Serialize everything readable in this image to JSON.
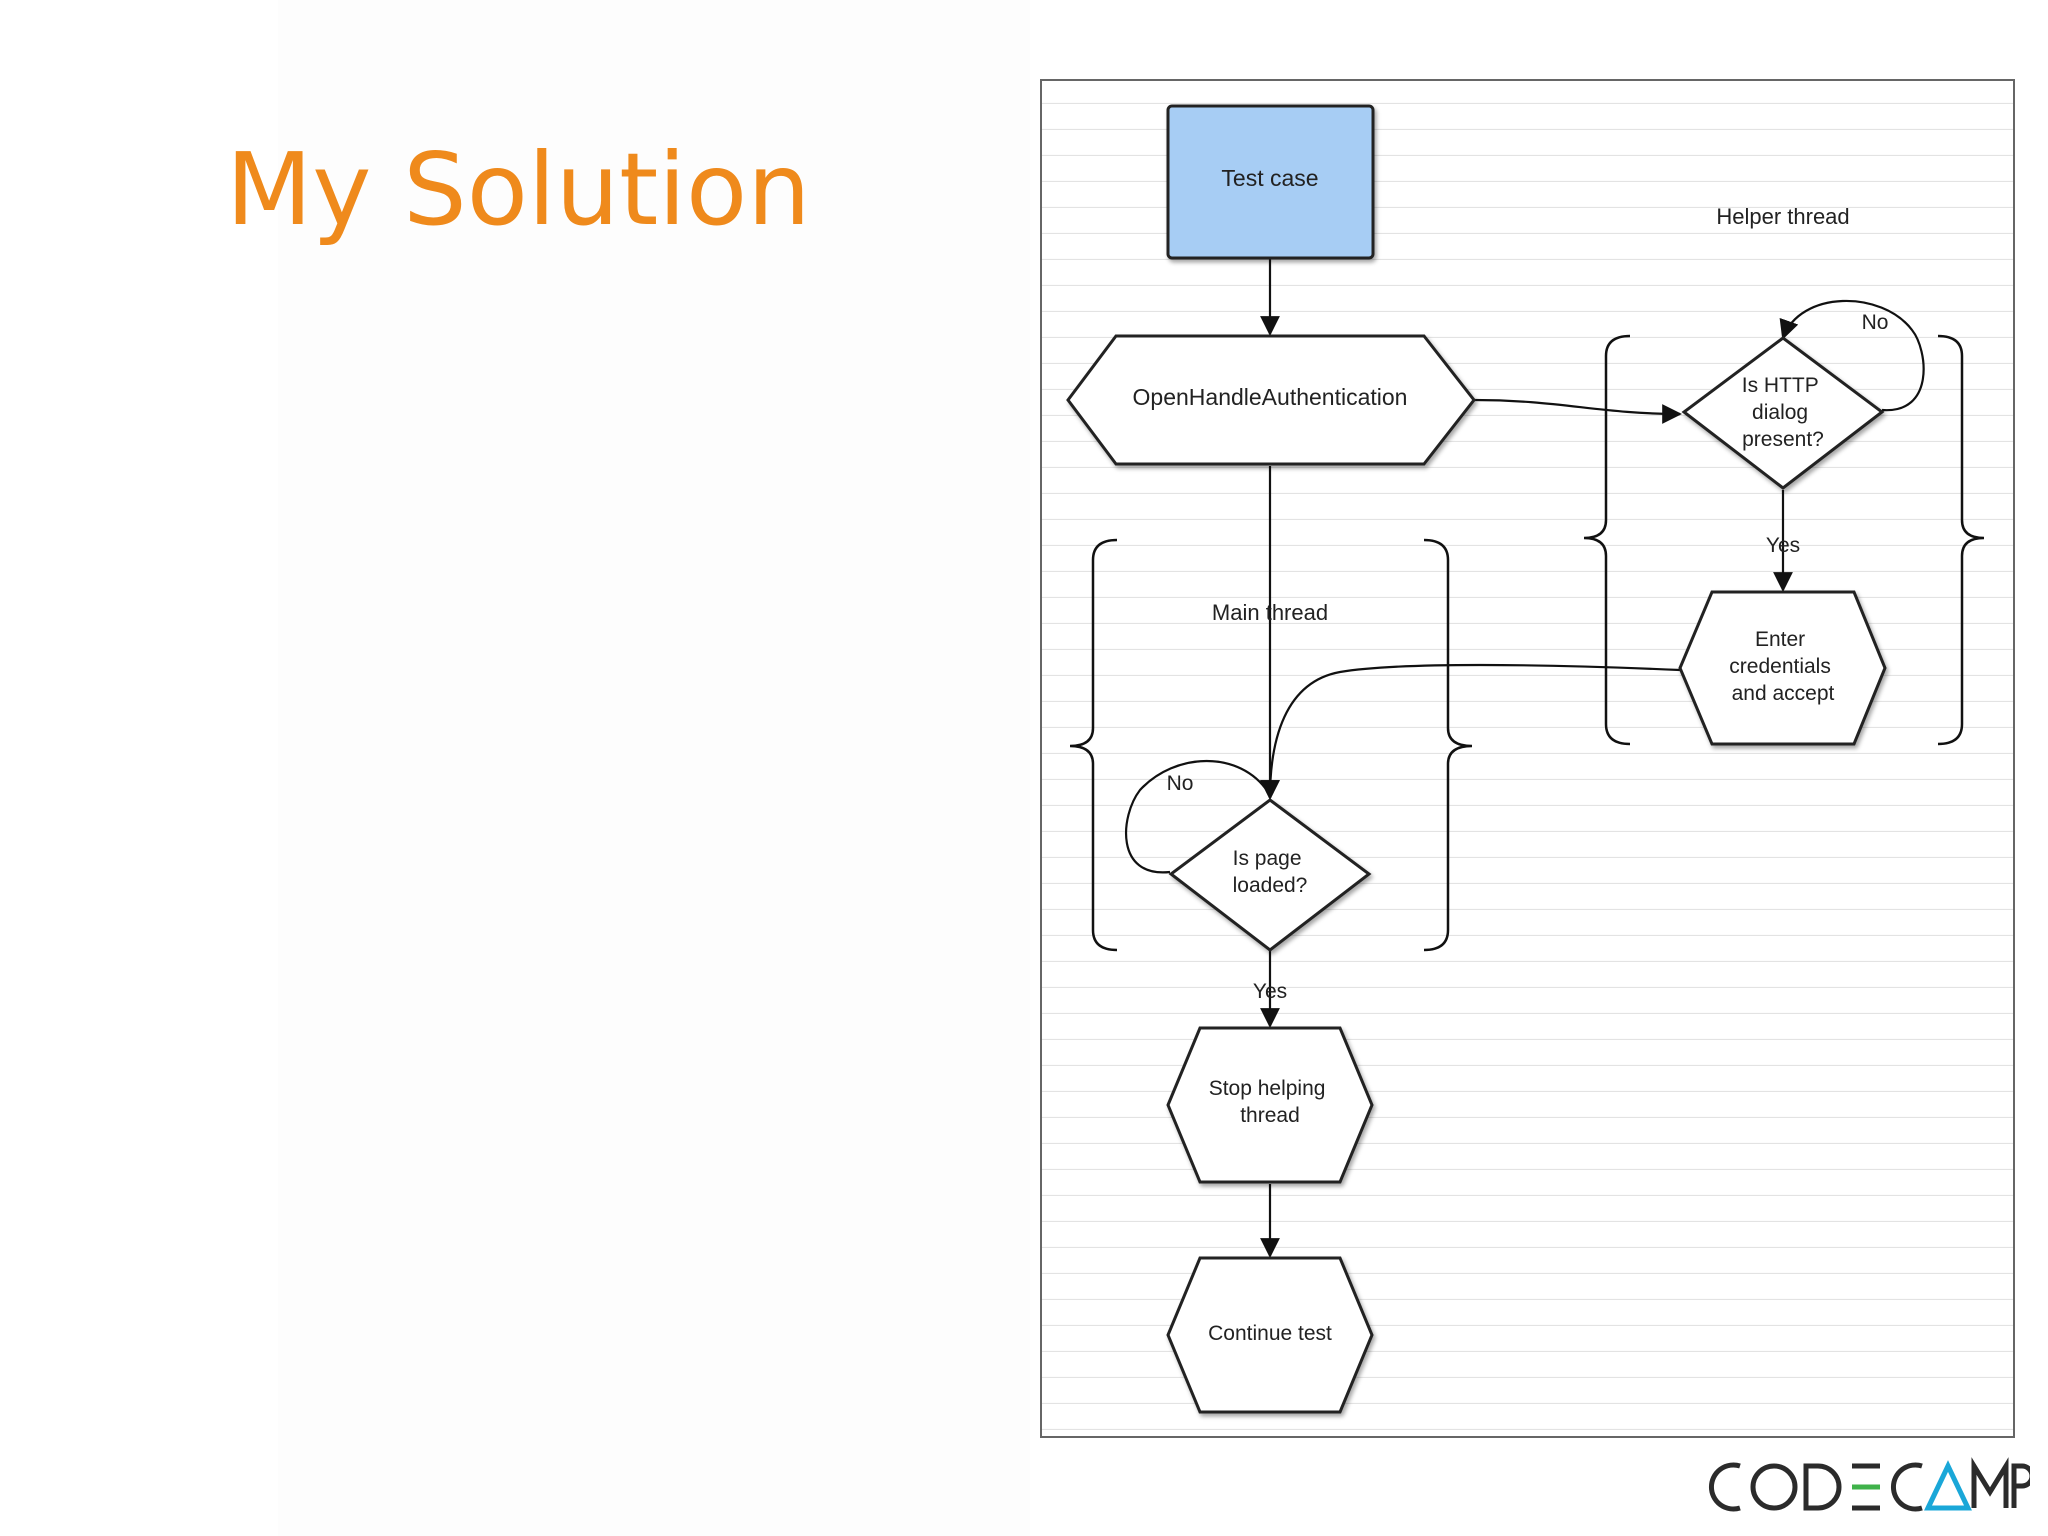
{
  "slide": {
    "title": "My Solution",
    "colors": {
      "title": "#ef8a1c",
      "start_fill": "#a7cdf4",
      "logo_dark": "#2b2b2b",
      "logo_accent": "#1aa7d8",
      "logo_green": "#3fb24a"
    }
  },
  "diagram": {
    "nodes": {
      "test_case": "Test case",
      "open_handle": "OpenHandleAuthentication",
      "is_http_dialog": [
        "Is HTTP",
        "dialog",
        "present?"
      ],
      "enter_credentials": [
        "Enter",
        "credentials",
        "and accept"
      ],
      "is_page_loaded": [
        "Is page",
        "loaded?"
      ],
      "stop_helping": [
        "Stop helping",
        "thread"
      ],
      "continue_test": "Continue test"
    },
    "groups": {
      "helper": "Helper thread",
      "main": "Main thread"
    },
    "edge_labels": {
      "http_no": "No",
      "http_yes": "Yes",
      "page_no": "No",
      "page_yes": "Yes"
    }
  },
  "logo": {
    "text": "CODECAMP"
  }
}
